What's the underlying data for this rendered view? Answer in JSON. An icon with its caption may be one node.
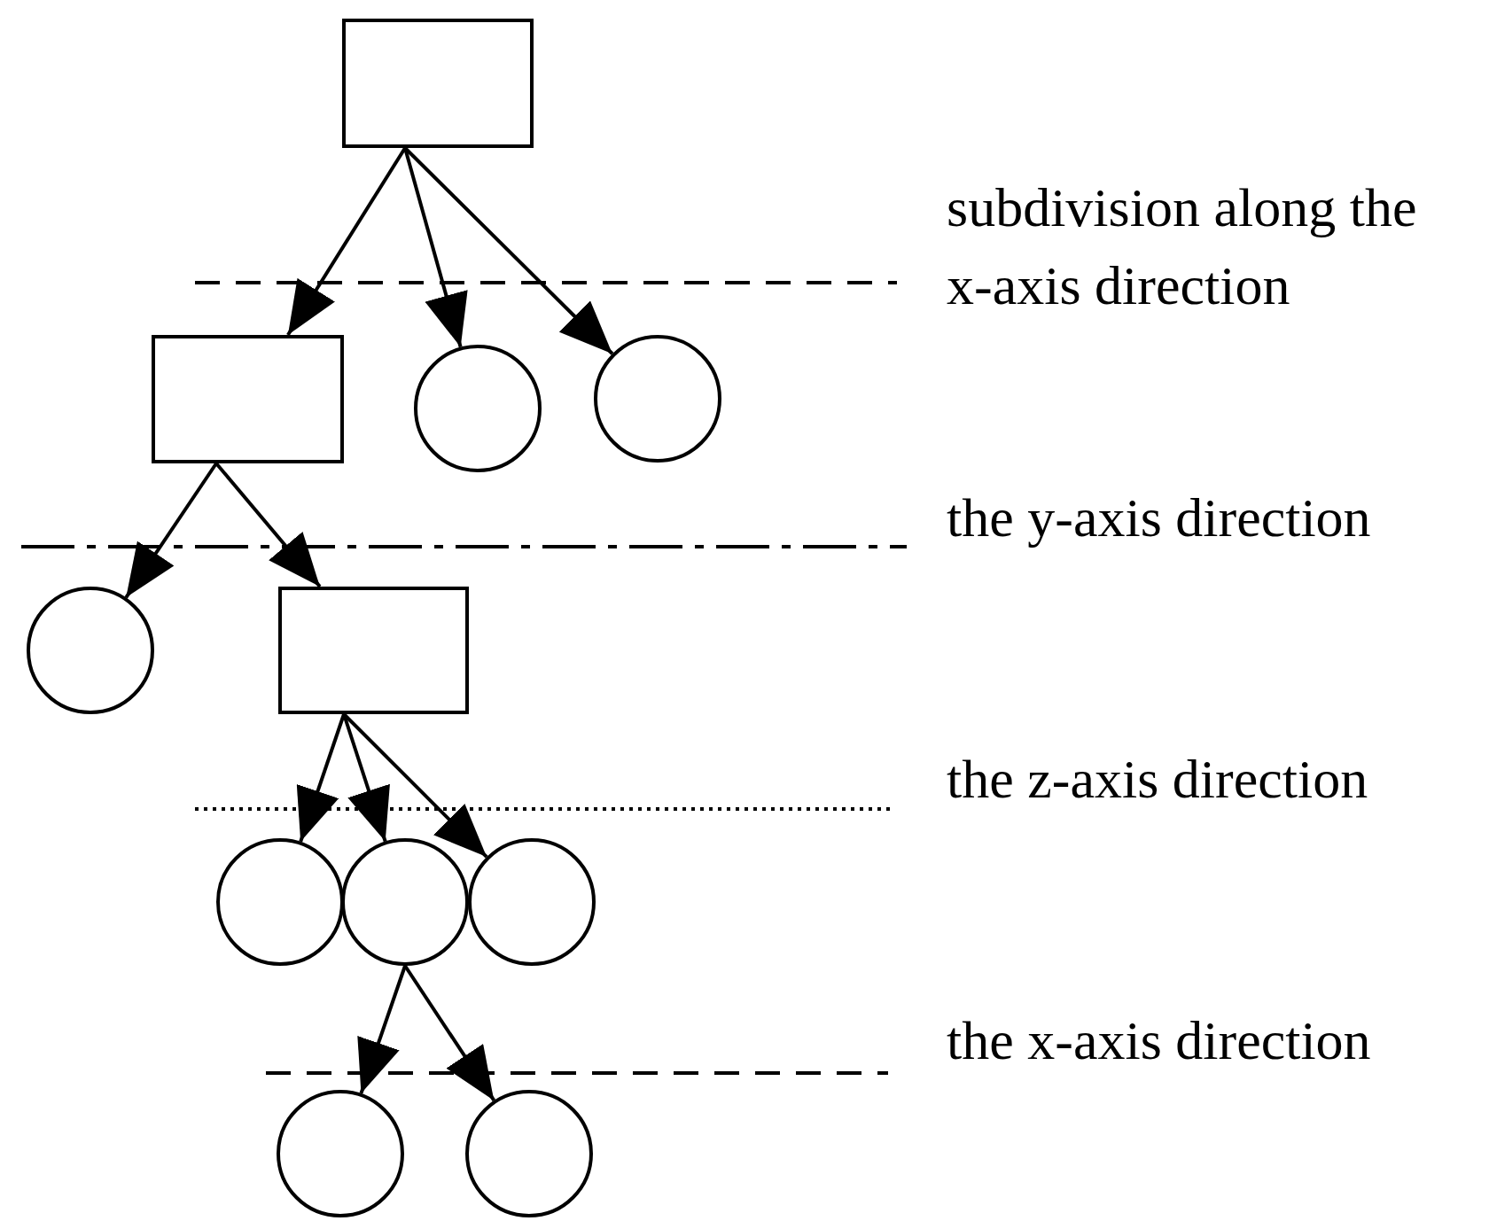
{
  "diagram": {
    "nodes": [
      {
        "text": [],
        "shape": "box"
      },
      {
        "text": [],
        "shape": "box"
      },
      {
        "text": [],
        "shape": "circle"
      },
      {
        "text": [],
        "shape": "circle"
      },
      {
        "text": [],
        "shape": "circle"
      },
      {
        "text": [],
        "shape": "box"
      },
      {
        "text": [],
        "shape": "circle"
      },
      {
        "text": [],
        "shape": "circle"
      },
      {
        "text": [],
        "shape": "circle"
      },
      {
        "text": [],
        "shape": "circle"
      },
      {
        "text": [],
        "shape": "circle"
      }
    ],
    "edges": [
      {
        "from": 0,
        "to": 1,
        "arrow": "to"
      },
      {
        "from": 0,
        "to": 2,
        "arrow": "to"
      },
      {
        "from": 0,
        "to": 3,
        "arrow": "to"
      },
      {
        "from": 1,
        "to": 4,
        "arrow": "to"
      },
      {
        "from": 1,
        "to": 5,
        "arrow": "to"
      },
      {
        "from": 5,
        "to": 6,
        "arrow": "to"
      },
      {
        "from": 5,
        "to": 7,
        "arrow": "to"
      },
      {
        "from": 5,
        "to": 8,
        "arrow": "to"
      },
      {
        "from": 7,
        "to": 9,
        "arrow": "to"
      },
      {
        "from": 7,
        "to": 10,
        "arrow": "to"
      }
    ],
    "labels": [
      "subdivision along the x-axis direction",
      "the y-axis direction",
      "the z-axis direction",
      "the x-axis direction"
    ]
  }
}
